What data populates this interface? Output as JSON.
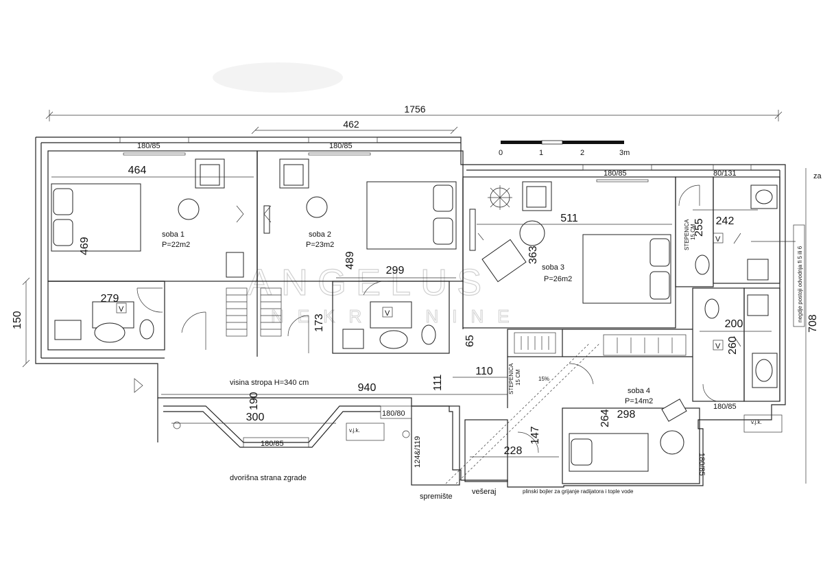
{
  "dimensions": {
    "total_width": "1756",
    "top_segment": "462",
    "room1_width": "464",
    "room1_height": "469",
    "room2_height": "489",
    "room3_width": "511",
    "room3_height": "363",
    "bath1_width": "279",
    "bath2_width": "299",
    "bath2_height": "173",
    "left_height": "150",
    "right_height": "708",
    "corr_width": "242",
    "corr_height": "255",
    "bath4_width": "200",
    "bath4_height": "260",
    "hall_width": "940",
    "hall_depth": "190",
    "balcony_width": "300",
    "d111": "111",
    "d65": "65",
    "d110": "110",
    "d147": "147",
    "d228": "228",
    "d264": "264",
    "d298": "298",
    "d1248": "124&/119"
  },
  "openings": {
    "w1": "180/85",
    "w2": "180/85",
    "w3": "180/85",
    "w4": "80/131",
    "w5": "180/80",
    "w6": "180/85",
    "w7": "180/85",
    "w8": "180/85"
  },
  "rooms": {
    "soba1_name": "soba 1",
    "soba1_area": "P=22m2",
    "soba2_name": "soba 2",
    "soba2_area": "P=23m2",
    "soba3_name": "soba 3",
    "soba3_area": "P=26m2",
    "soba4_name": "soba 4",
    "soba4_area": "P=14m2",
    "storage": "spremište",
    "laundry": "vešeraj"
  },
  "notes": {
    "ceiling": "visina stropa H=340 cm",
    "courtyard": "dvorišna strana zgrade",
    "boiler": "plinski bojler za grijanje radijatora i tople vode",
    "chimney_note": "negdje postoji odvodnja fi 5 ili 6",
    "vjk1": "v.j.k.",
    "vjk2": "v.j.k.",
    "stairs": "STEPENICA",
    "stairs_cm": "15 CM",
    "slope": "15%",
    "vent": "V",
    "edge_letters": "za"
  },
  "scale": {
    "s0": "0",
    "s1": "1",
    "s2": "2",
    "s3": "3m"
  },
  "watermark": {
    "brand": "ANGELUS",
    "sub": "NEKRETNINE"
  }
}
